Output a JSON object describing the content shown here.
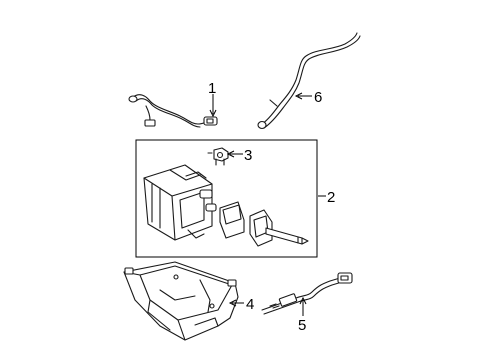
{
  "diagram": {
    "callouts": [
      {
        "id": "c1",
        "label": "1"
      },
      {
        "id": "c2",
        "label": "2"
      },
      {
        "id": "c3",
        "label": "3"
      },
      {
        "id": "c4",
        "label": "4"
      },
      {
        "id": "c5",
        "label": "5"
      },
      {
        "id": "c6",
        "label": "6"
      }
    ],
    "parts": [
      {
        "callout": "1",
        "icon": "oxygen-sensor-with-wire"
      },
      {
        "callout": "2",
        "icon": "evap-canister-assembly"
      },
      {
        "callout": "3",
        "icon": "purge-valve"
      },
      {
        "callout": "4",
        "icon": "canister-shield"
      },
      {
        "callout": "5",
        "icon": "rear-oxygen-sensor"
      },
      {
        "callout": "6",
        "icon": "vent-hose"
      }
    ],
    "colors": {
      "line": "#1a1a1a",
      "background": "#ffffff"
    }
  }
}
